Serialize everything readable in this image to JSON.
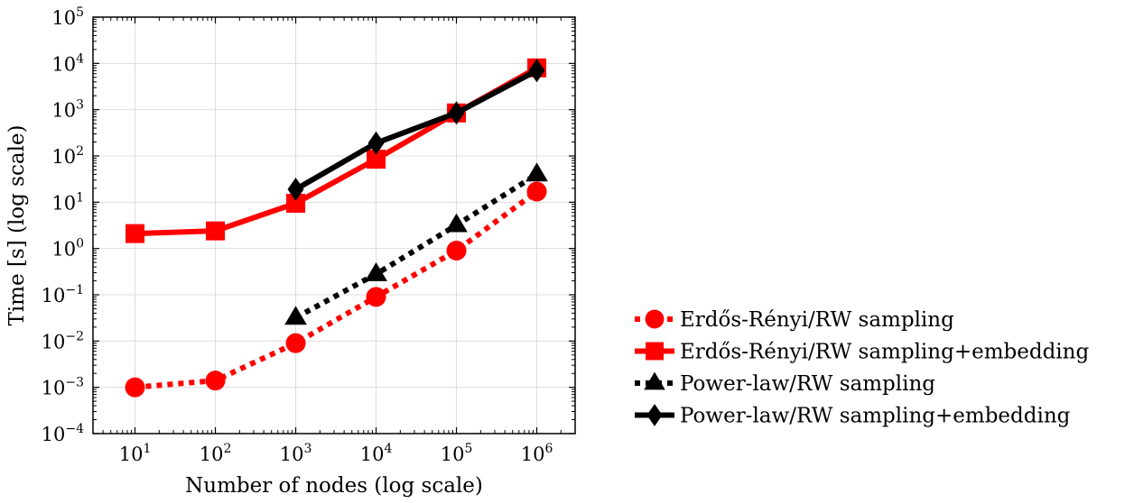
{
  "chart_data": {
    "type": "line",
    "title": "",
    "xlabel": "Number of nodes (log scale)",
    "ylabel": "Time [s] (log scale)",
    "x_scale": "log",
    "y_scale": "log",
    "xlim": [
      3,
      3000000
    ],
    "ylim": [
      0.0001,
      100000
    ],
    "x_ticks": [
      {
        "base": "10",
        "exp": "1",
        "value": 10
      },
      {
        "base": "10",
        "exp": "2",
        "value": 100
      },
      {
        "base": "10",
        "exp": "3",
        "value": 1000
      },
      {
        "base": "10",
        "exp": "4",
        "value": 10000
      },
      {
        "base": "10",
        "exp": "5",
        "value": 100000
      },
      {
        "base": "10",
        "exp": "6",
        "value": 1000000
      }
    ],
    "y_ticks": [
      {
        "base": "10",
        "exp": "−4",
        "value": 0.0001
      },
      {
        "base": "10",
        "exp": "−3",
        "value": 0.001
      },
      {
        "base": "10",
        "exp": "−2",
        "value": 0.01
      },
      {
        "base": "10",
        "exp": "−1",
        "value": 0.1
      },
      {
        "base": "10",
        "exp": "0",
        "value": 1
      },
      {
        "base": "10",
        "exp": "1",
        "value": 10
      },
      {
        "base": "10",
        "exp": "2",
        "value": 100
      },
      {
        "base": "10",
        "exp": "3",
        "value": 1000
      },
      {
        "base": "10",
        "exp": "4",
        "value": 10000
      },
      {
        "base": "10",
        "exp": "5",
        "value": 100000
      }
    ],
    "grid": true,
    "legend_position": "right",
    "series": [
      {
        "name": "Erdős-Rényi/RW sampling",
        "color": "#ff0000",
        "marker": "circle",
        "line_style": "dotted",
        "x": [
          10,
          100,
          1000,
          10000,
          100000,
          1000000
        ],
        "y": [
          0.001,
          0.0014,
          0.009,
          0.09,
          0.9,
          17
        ]
      },
      {
        "name": "Erdős-Rényi/RW sampling+embedding",
        "color": "#ff0000",
        "marker": "square",
        "line_style": "solid",
        "x": [
          10,
          100,
          1000,
          10000,
          100000,
          1000000
        ],
        "y": [
          2.1,
          2.4,
          9.5,
          85,
          850,
          8000
        ]
      },
      {
        "name": "Power-law/RW sampling",
        "color": "#000000",
        "marker": "triangle",
        "line_style": "dotted",
        "x": [
          1000,
          10000,
          100000,
          1000000
        ],
        "y": [
          0.032,
          0.28,
          3.2,
          40
        ]
      },
      {
        "name": "Power-law/RW sampling+embedding",
        "color": "#000000",
        "marker": "diamond",
        "line_style": "solid",
        "x": [
          1000,
          10000,
          100000,
          1000000
        ],
        "y": [
          19,
          190,
          850,
          7000
        ]
      }
    ]
  }
}
